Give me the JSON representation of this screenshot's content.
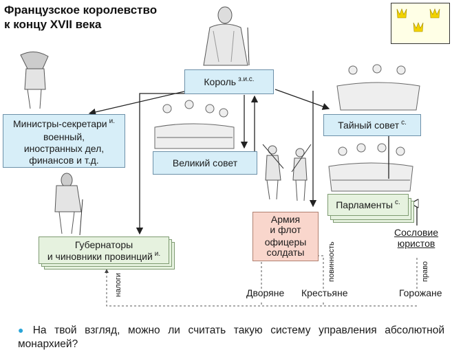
{
  "title": {
    "line1": "Французское королевство",
    "line2": "к концу XVII века"
  },
  "crowns": {
    "icon": "three-crowns-icon",
    "color": "#f2d200",
    "background": "#ffffe6"
  },
  "nodes": {
    "king": {
      "label": "Король",
      "sup": "з.и.с."
    },
    "ministers": {
      "line1": "Министры-секретари",
      "sup": "и.",
      "line2": "военный,",
      "line3": "иностранных дел,",
      "line4": "финансов и т.д."
    },
    "great_council": {
      "label": "Великий совет"
    },
    "secret_council": {
      "label": "Тайный совет",
      "sup": "с."
    },
    "parliaments": {
      "label": "Парламенты",
      "sup": "с."
    },
    "army": {
      "line1": "Армия",
      "line2": "и флот",
      "line3": "офицеры",
      "line4": "солдаты"
    },
    "governors": {
      "line1": "Губернаторы",
      "line2": "и чиновники провинций",
      "sup": "и."
    },
    "lawyers": {
      "line1": "Сословие",
      "line2": "юристов"
    }
  },
  "labels": {
    "nobles": "Дворяне",
    "peasants": "Крестьяне",
    "townspeople": "Горожане",
    "taxes": "налоги",
    "duty": "повинность",
    "right": "право"
  },
  "question": "На твой взгляд, можно ли считать такую систему управления абсолютной монархией?",
  "colors": {
    "blue_box": "#d7eef8",
    "green_box": "#e6f2df",
    "pink_box": "#f9d6cc",
    "bullet": "#2aa5d8"
  }
}
